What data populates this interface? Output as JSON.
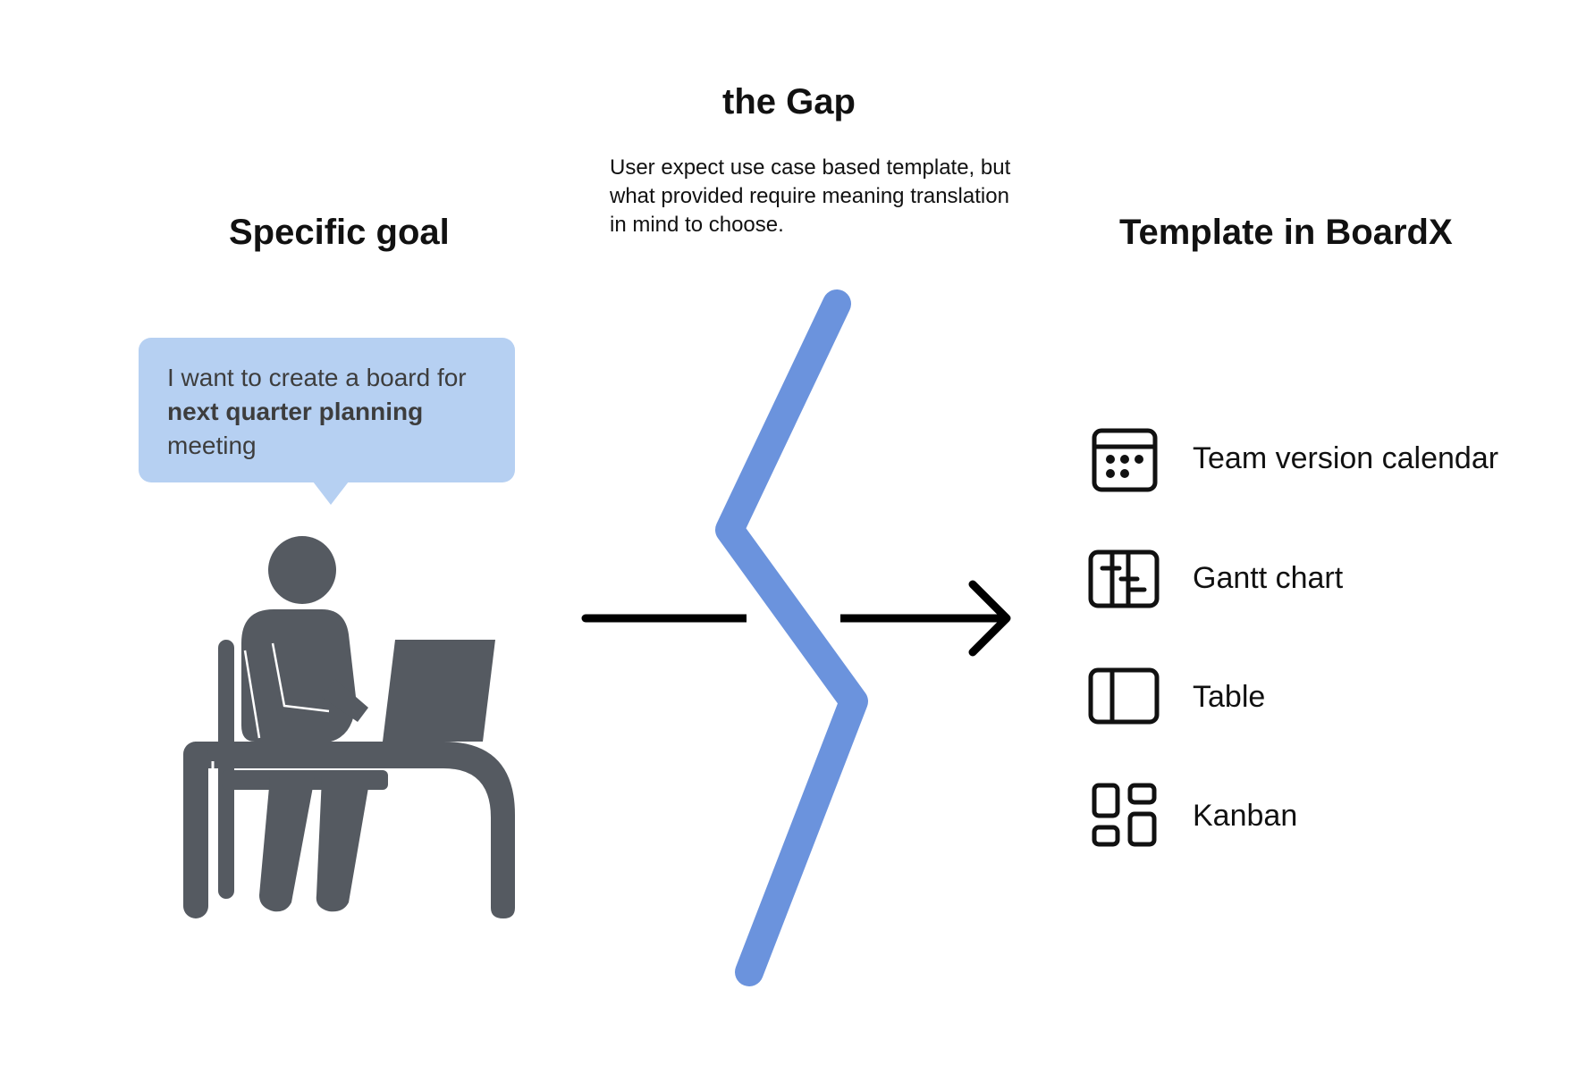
{
  "gap": {
    "title": "the Gap",
    "description": "User expect use case based template, but what provided require meaning translation in mind to choose."
  },
  "goal": {
    "title": "Specific goal",
    "speech": {
      "before": "I want to create a board for ",
      "bold": "next quarter planning",
      "after": " meeting"
    }
  },
  "templates": {
    "title": "Template in BoardX",
    "items": [
      {
        "label": "Team version calendar",
        "icon": "calendar-icon"
      },
      {
        "label": "Gantt chart",
        "icon": "gantt-icon"
      },
      {
        "label": "Table",
        "icon": "table-icon"
      },
      {
        "label": "Kanban",
        "icon": "kanban-icon"
      }
    ]
  },
  "colors": {
    "gap_line": "#6b93dd",
    "bubble": "#b6d0f2",
    "person": "#555a61",
    "arrow": "#000000"
  }
}
